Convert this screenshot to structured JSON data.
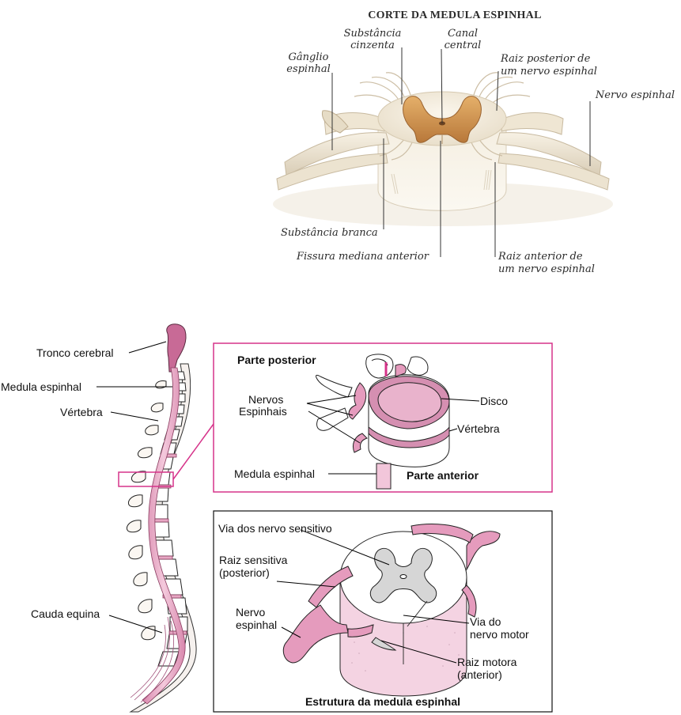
{
  "top_section": {
    "title": "CORTE DA MEDULA ESPINHAL",
    "labels": {
      "substancia_cinzenta_1": "Substância",
      "substancia_cinzenta_2": "cinzenta",
      "canal_central_1": "Canal",
      "canal_central_2": "central",
      "ganglio_1": "Gânglio",
      "ganglio_2": "espinhal",
      "raiz_posterior_1": "Raiz posterior de",
      "raiz_posterior_2": "um nervo espinhal",
      "nervo_espinhal": "Nervo espinhal",
      "substancia_branca": "Substância branca",
      "fissura": "Fissura mediana anterior",
      "raiz_anterior_1": "Raiz anterior de",
      "raiz_anterior_2": "um nervo espinhal"
    }
  },
  "spine": {
    "labels": {
      "tronco_cerebral": "Tronco cerebral",
      "medula_espinhal": "Medula espinhal",
      "vertebra": "Vértebra",
      "cauda_equina": "Cauda equina"
    }
  },
  "vertebra_box": {
    "labels": {
      "parte_posterior": "Parte  posterior",
      "nervos_1": "Nervos",
      "nervos_2": "Espinhais",
      "disco": "Disco",
      "vertebra": "Vértebra",
      "medula_espinhal": "Medula espinhal",
      "parte_anterior": "Parte anterior"
    }
  },
  "structure_box": {
    "labels": {
      "via_sensitivo": "Via dos nervo sensitivo",
      "raiz_sensitiva_1": "Raiz sensitiva",
      "raiz_sensitiva_2": "(posterior)",
      "nervo_1": "Nervo",
      "nervo_2": "espinhal",
      "via_motor_1": "Via do",
      "via_motor_2": "nervo motor",
      "raiz_motora_1": "Raiz motora",
      "raiz_motora_2": "(anterior)",
      "caption": "Estrutura da medula espinhal"
    }
  },
  "colors": {
    "accent_magenta": "#d6338a",
    "pink_fill": "#e8a7c4",
    "light_pink": "#f4d3e2",
    "gray_matter": "#c98b45",
    "nerve_cream": "#efe6d4"
  }
}
